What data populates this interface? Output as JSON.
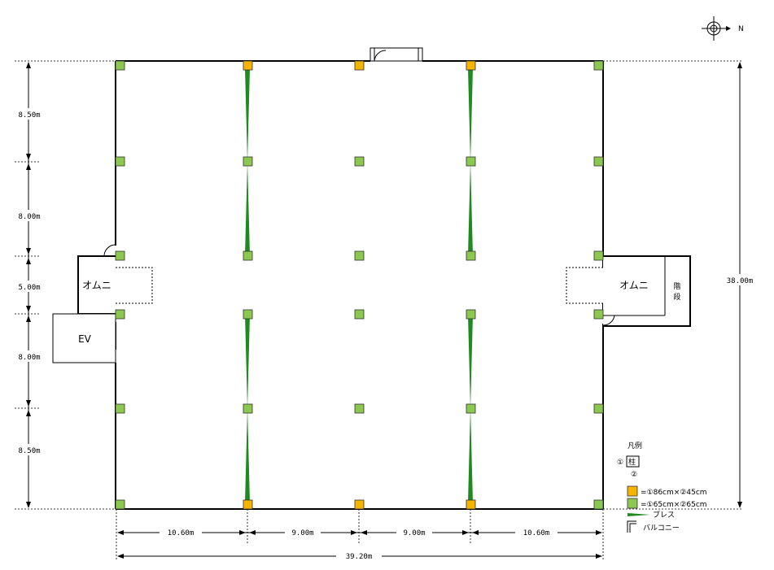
{
  "compass": {
    "north_label": "N"
  },
  "rooms": {
    "left_omuni": "オムニ",
    "right_omuni": "オムニ",
    "ev": "EV",
    "stairs_1": "階",
    "stairs_2": "段"
  },
  "dimensions": {
    "left": [
      "8.50m",
      "8.00m",
      "5.00m",
      "8.00m",
      "8.50m"
    ],
    "right_total": "38.00m",
    "bottom": [
      "10.60m",
      "9.00m",
      "9.00m",
      "10.60m"
    ],
    "bottom_total": "39.20m"
  },
  "legend": {
    "title": "凡例",
    "pillar_symbol_label": "柱",
    "marker_1": "①",
    "marker_2": "②",
    "item_orange": "=①86cm×②45cm",
    "item_green": "=①65cm×②65cm",
    "item_brace": "ブレス",
    "item_balcony": "バルコニー"
  },
  "colors": {
    "pillar_large": "#f5b400",
    "pillar_small": "#8cc850",
    "brace": "#1f8a1f",
    "outline": "#000000"
  }
}
